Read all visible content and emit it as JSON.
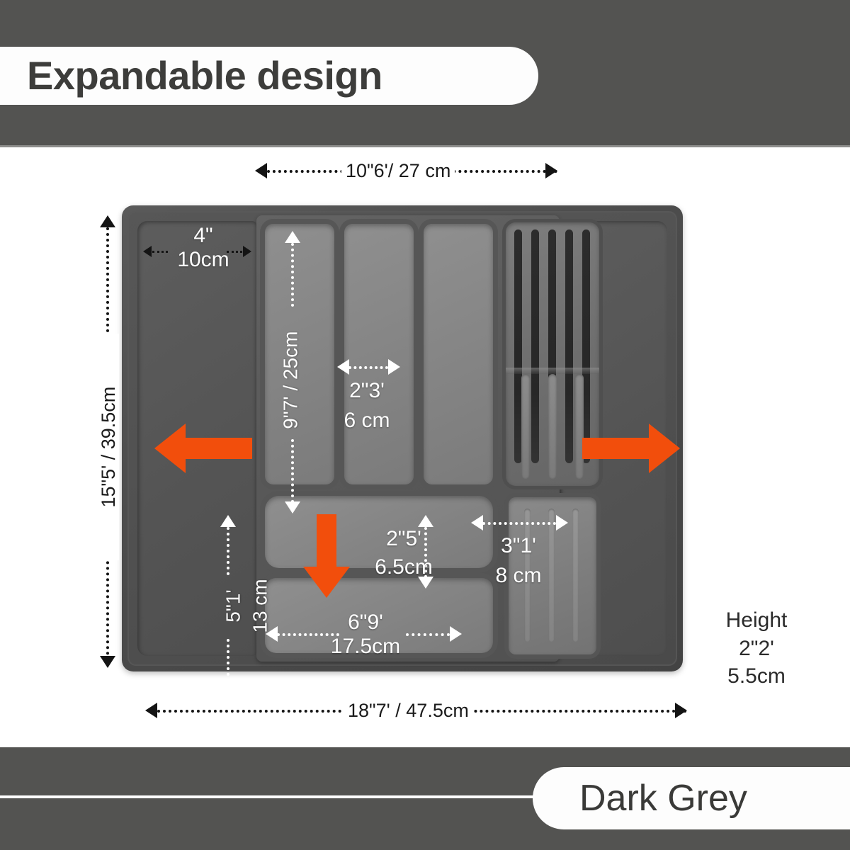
{
  "header": {
    "title": "Expandable design"
  },
  "footer": {
    "color_name": "Dark Grey"
  },
  "colors": {
    "band": "#535351",
    "pill": "#FDFDFD",
    "accent_orange": "#F24E0C",
    "tray_shell": "#4C4C4C",
    "compartment": "#868686",
    "dim_line": "#141414"
  },
  "dimensions": {
    "insert_width": {
      "label": "10\"6'/ 27 cm",
      "position": "top",
      "orientation": "horizontal"
    },
    "overall_height": {
      "label": "15\"5' / 39.5cm",
      "position": "left",
      "orientation": "vertical"
    },
    "overall_width": {
      "label": "18\"7' / 47.5cm",
      "position": "bottom",
      "orientation": "horizontal"
    },
    "wing_width": {
      "line1": "4\"",
      "line2": "10cm",
      "position": "top-left-wing",
      "orientation": "horizontal"
    },
    "long_slot_height": {
      "label": "9\"7' / 25cm",
      "position": "first-long-compartment",
      "orientation": "vertical"
    },
    "slot_width": {
      "line1": "2\"3'",
      "line2": "6 cm",
      "position": "second-long-compartment",
      "orientation": "horizontal"
    },
    "mid_slot_height": {
      "line1": "2\"5'",
      "line2": "6.5cm",
      "position": "middle-compartment",
      "orientation": "vertical"
    },
    "mid_slot_width": {
      "line1": "6\"9'",
      "line2": "17.5cm",
      "position": "bottom-compartment",
      "orientation": "horizontal"
    },
    "knife_lower_width": {
      "line1": "3\"1'",
      "line2": "8 cm",
      "position": "knife-lower-tray",
      "orientation": "horizontal"
    },
    "lower_block_height": {
      "line1": "5\"1'",
      "line2": "13 cm",
      "position": "left-lower",
      "orientation": "vertical"
    },
    "product_height": {
      "line1": "Height",
      "line2": "2\"2'",
      "line3": "5.5cm",
      "position": "right-of-tray"
    }
  }
}
